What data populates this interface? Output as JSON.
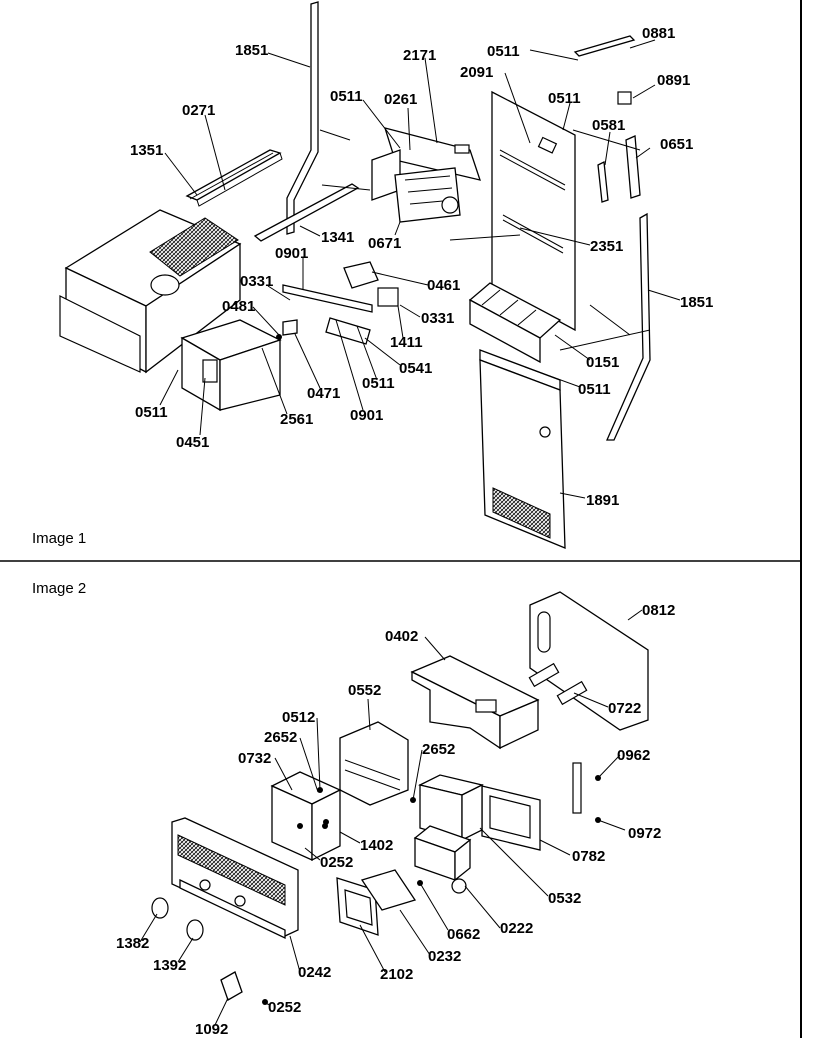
{
  "panels": [
    {
      "caption": "Image 1"
    },
    {
      "caption": "Image 2"
    }
  ],
  "image1_labels": [
    {
      "id": "1851a",
      "text": "1851"
    },
    {
      "id": "2171",
      "text": "2171"
    },
    {
      "id": "0511a",
      "text": "0511"
    },
    {
      "id": "0881",
      "text": "0881"
    },
    {
      "id": "2091",
      "text": "2091"
    },
    {
      "id": "0891",
      "text": "0891"
    },
    {
      "id": "0271",
      "text": "0271"
    },
    {
      "id": "0511b",
      "text": "0511"
    },
    {
      "id": "0261",
      "text": "0261"
    },
    {
      "id": "0511c",
      "text": "0511"
    },
    {
      "id": "0581",
      "text": "0581"
    },
    {
      "id": "1351",
      "text": "1351"
    },
    {
      "id": "0651",
      "text": "0651"
    },
    {
      "id": "1341",
      "text": "1341"
    },
    {
      "id": "0671",
      "text": "0671"
    },
    {
      "id": "2351",
      "text": "2351"
    },
    {
      "id": "0901a",
      "text": "0901"
    },
    {
      "id": "0461",
      "text": "0461"
    },
    {
      "id": "0331a",
      "text": "0331"
    },
    {
      "id": "1851b",
      "text": "1851"
    },
    {
      "id": "0481",
      "text": "0481"
    },
    {
      "id": "0331b",
      "text": "0331"
    },
    {
      "id": "1411",
      "text": "1411"
    },
    {
      "id": "0541",
      "text": "0541"
    },
    {
      "id": "0151",
      "text": "0151"
    },
    {
      "id": "0471",
      "text": "0471"
    },
    {
      "id": "0511d",
      "text": "0511"
    },
    {
      "id": "0511e",
      "text": "0511"
    },
    {
      "id": "0511f",
      "text": "0511"
    },
    {
      "id": "2561",
      "text": "2561"
    },
    {
      "id": "0901b",
      "text": "0901"
    },
    {
      "id": "0451",
      "text": "0451"
    },
    {
      "id": "1891",
      "text": "1891"
    }
  ],
  "image2_labels": [
    {
      "id": "0812",
      "text": "0812"
    },
    {
      "id": "0402",
      "text": "0402"
    },
    {
      "id": "0722",
      "text": "0722"
    },
    {
      "id": "0552",
      "text": "0552"
    },
    {
      "id": "0512",
      "text": "0512"
    },
    {
      "id": "2652a",
      "text": "2652"
    },
    {
      "id": "2652b",
      "text": "2652"
    },
    {
      "id": "0732",
      "text": "0732"
    },
    {
      "id": "0962",
      "text": "0962"
    },
    {
      "id": "1402",
      "text": "1402"
    },
    {
      "id": "0972",
      "text": "0972"
    },
    {
      "id": "0252a",
      "text": "0252"
    },
    {
      "id": "0782",
      "text": "0782"
    },
    {
      "id": "0532",
      "text": "0532"
    },
    {
      "id": "0222",
      "text": "0222"
    },
    {
      "id": "0662",
      "text": "0662"
    },
    {
      "id": "1382",
      "text": "1382"
    },
    {
      "id": "0232",
      "text": "0232"
    },
    {
      "id": "1392",
      "text": "1392"
    },
    {
      "id": "2102",
      "text": "2102"
    },
    {
      "id": "0242",
      "text": "0242"
    },
    {
      "id": "0252b",
      "text": "0252"
    },
    {
      "id": "1092",
      "text": "1092"
    }
  ]
}
